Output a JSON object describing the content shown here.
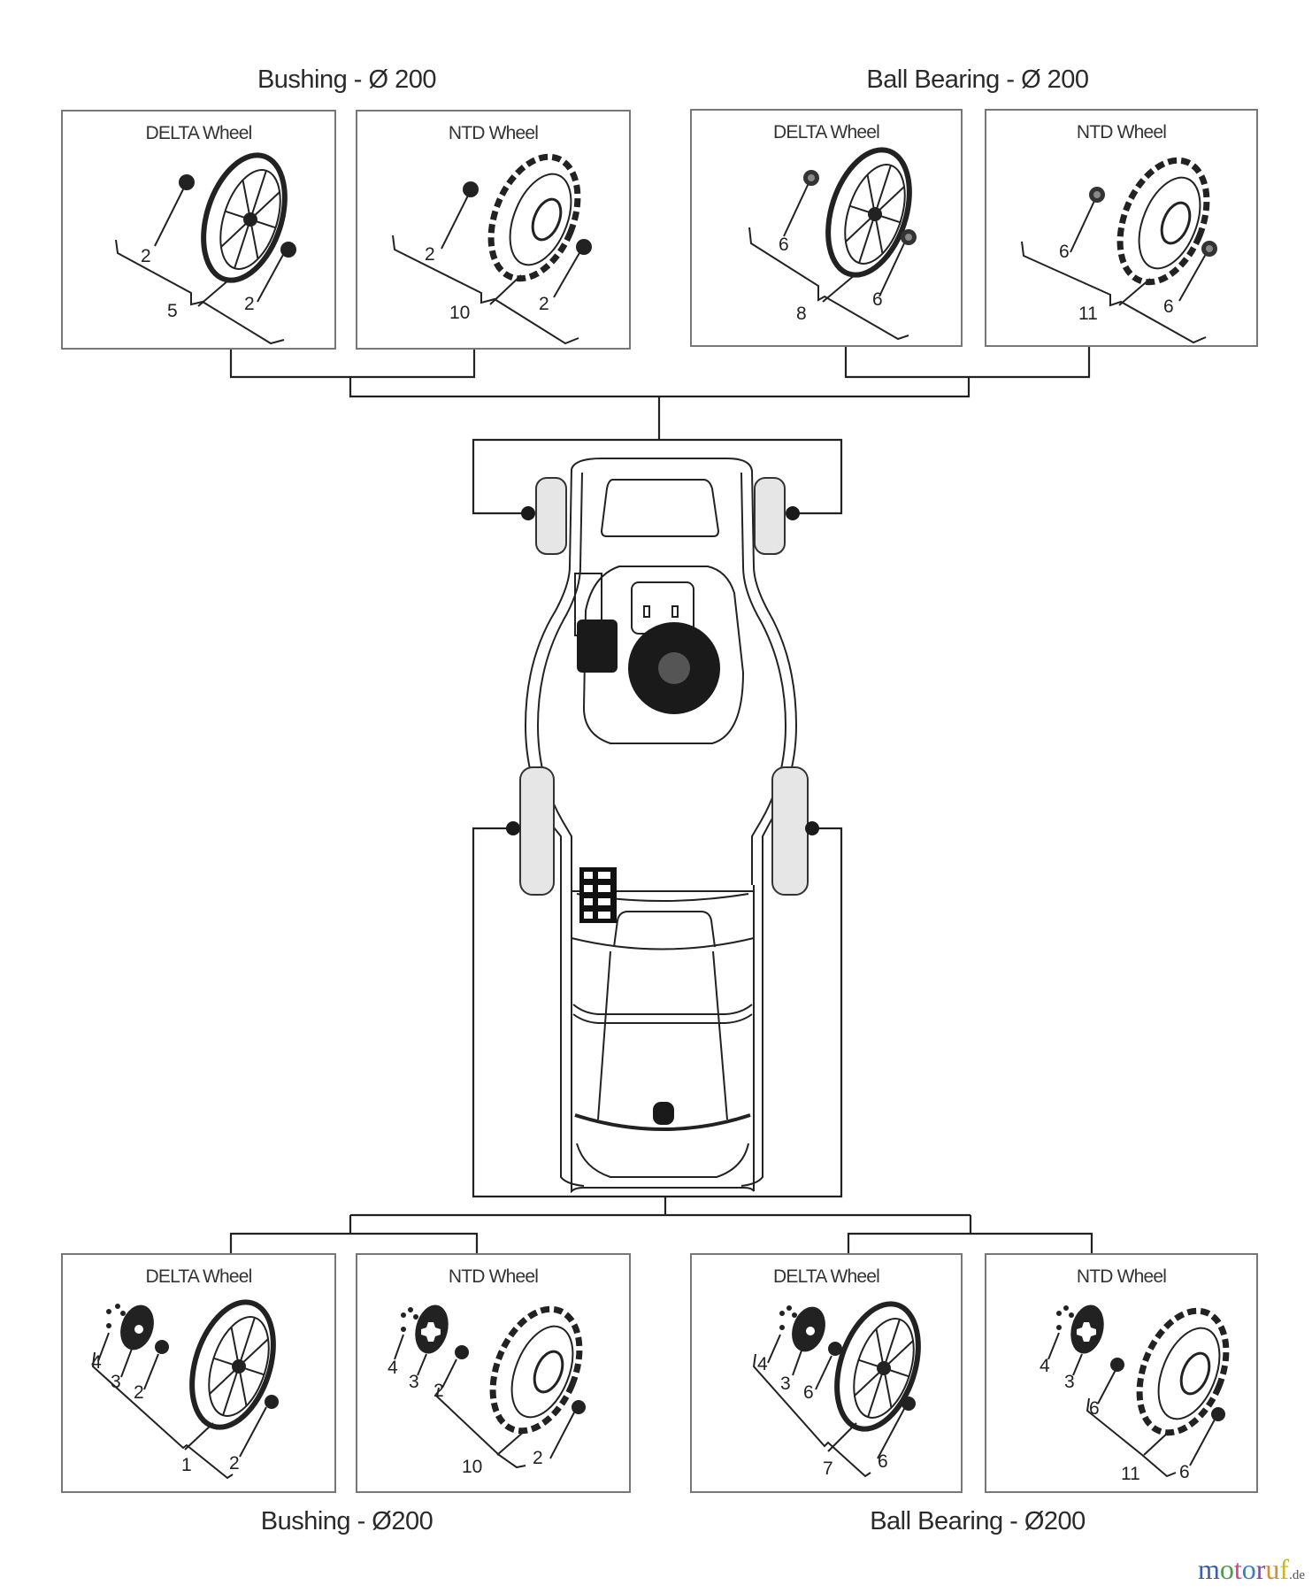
{
  "groups": {
    "top_left": {
      "title": "Bushing - Ø 200"
    },
    "top_right": {
      "title": "Ball Bearing - Ø 200"
    },
    "bottom_left": {
      "title": "Bushing - Ø200"
    },
    "bottom_right": {
      "title": "Ball Bearing - Ø200"
    }
  },
  "panels": [
    {
      "id": "front-bushing-delta",
      "title": "DELTA Wheel",
      "wheel_type": "delta",
      "position": "front",
      "callouts": [
        "2",
        "5",
        "2"
      ]
    },
    {
      "id": "front-bushing-ntd",
      "title": "NTD Wheel",
      "wheel_type": "ntd",
      "position": "front",
      "callouts": [
        "2",
        "10",
        "2"
      ]
    },
    {
      "id": "front-bearing-delta",
      "title": "DELTA Wheel",
      "wheel_type": "delta",
      "position": "front",
      "callouts": [
        "6",
        "8",
        "6"
      ]
    },
    {
      "id": "front-bearing-ntd",
      "title": "NTD Wheel",
      "wheel_type": "ntd",
      "position": "front",
      "callouts": [
        "6",
        "11",
        "6"
      ]
    },
    {
      "id": "rear-bushing-delta",
      "title": "DELTA Wheel",
      "wheel_type": "delta",
      "position": "rear",
      "callouts": [
        "4",
        "3",
        "2",
        "1",
        "2"
      ]
    },
    {
      "id": "rear-bushing-ntd",
      "title": "NTD Wheel",
      "wheel_type": "ntd",
      "position": "rear",
      "callouts": [
        "4",
        "3",
        "2",
        "10",
        "2"
      ]
    },
    {
      "id": "rear-bearing-delta",
      "title": "DELTA Wheel",
      "wheel_type": "delta",
      "position": "rear",
      "callouts": [
        "4",
        "3",
        "6",
        "7",
        "6"
      ]
    },
    {
      "id": "rear-bearing-ntd",
      "title": "NTD Wheel",
      "wheel_type": "ntd",
      "position": "rear",
      "callouts": [
        "4",
        "3",
        "6",
        "11",
        "6"
      ]
    }
  ],
  "center": {
    "label": "lawn-mower-top-view"
  },
  "logo": {
    "letters": [
      {
        "ch": "m",
        "color": "#3b5ea8"
      },
      {
        "ch": "o",
        "color": "#4a9a4a"
      },
      {
        "ch": "t",
        "color": "#d2457a"
      },
      {
        "ch": "o",
        "color": "#3b7fc0"
      },
      {
        "ch": "r",
        "color": "#7a4fa0"
      },
      {
        "ch": "u",
        "color": "#e08a2a"
      },
      {
        "ch": "f",
        "color": "#c8b828"
      }
    ],
    "tld": ".de"
  },
  "colors": {
    "line": "#222222",
    "box_border": "#777777",
    "wheel_fill": "#e6e6e6"
  }
}
